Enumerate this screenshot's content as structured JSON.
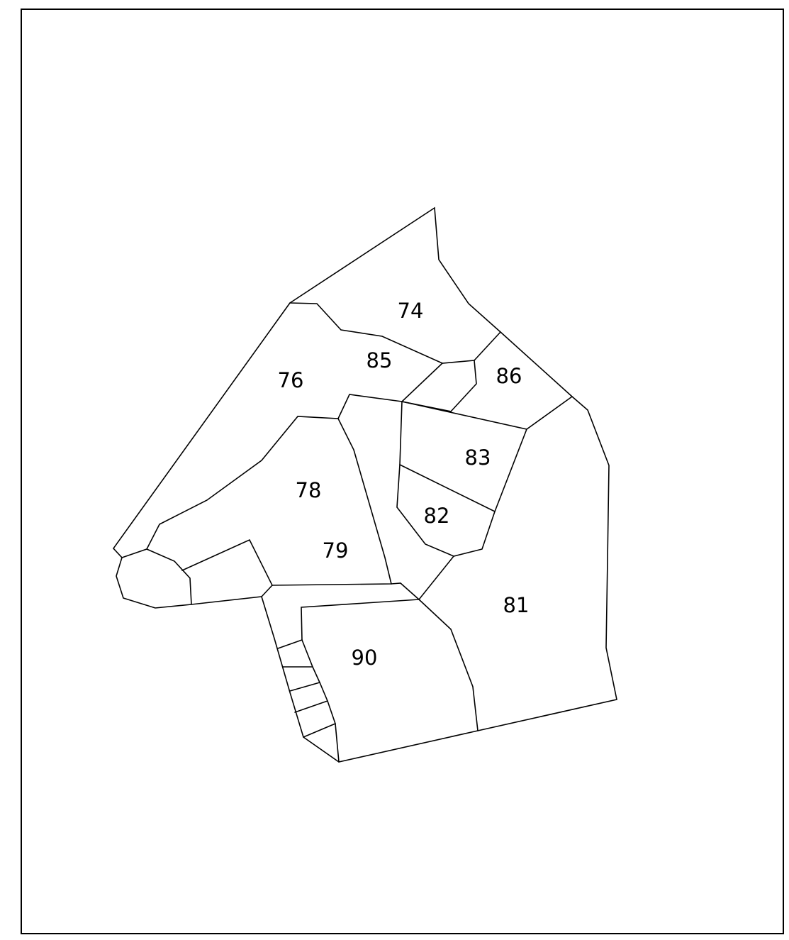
{
  "plot_labels": {
    "p74": "74",
    "p76": "76",
    "p78": "78",
    "p79": "79",
    "p81": "81",
    "p82": "82",
    "p83": "83",
    "p85": "85",
    "p86": "86",
    "p90": "90"
  },
  "colors": {
    "line": "#000000",
    "background": "#ffffff"
  }
}
